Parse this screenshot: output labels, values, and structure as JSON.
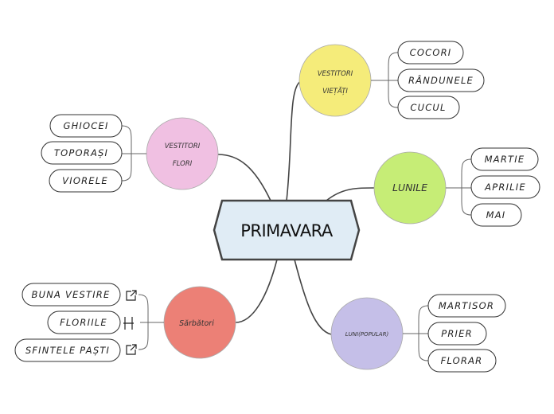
{
  "center": {
    "label": "PRIMAVARA"
  },
  "colors": {
    "center_fill": "#e0ecf5",
    "vietati": "#f5ec7a",
    "lunile": "#c6ed76",
    "flori": "#f0c0e2",
    "sarbatori": "#ec8076",
    "lunipopular": "#c5bfe8"
  },
  "topics": {
    "vietati": {
      "line1": "VESTITORI",
      "line2": "VIEȚĂȚI",
      "leaves": [
        "COCORI",
        "RÂNDUNELE",
        "CUCUL"
      ]
    },
    "lunile": {
      "line1": "LUNILE",
      "leaves": [
        "MARTIE",
        "APRILIE",
        "MAI"
      ]
    },
    "flori": {
      "line1": "VESTITORI",
      "line2": "FLORI",
      "leaves": [
        "GHIOCEI",
        "TOPORAȘI",
        "VIORELE"
      ]
    },
    "sarbatori": {
      "line1": "Sărbători",
      "leaves": [
        "BUNA VESTIRE",
        "FLORIILE",
        "SFINTELE PAȘTI"
      ],
      "leaf_icons": [
        "external-link-icon",
        "equals-icon",
        "external-link-icon"
      ]
    },
    "lunipopular": {
      "line1": "LUNI(POPULAR)",
      "leaves": [
        "MARTISOR",
        "PRIER",
        "FLORAR"
      ]
    }
  }
}
